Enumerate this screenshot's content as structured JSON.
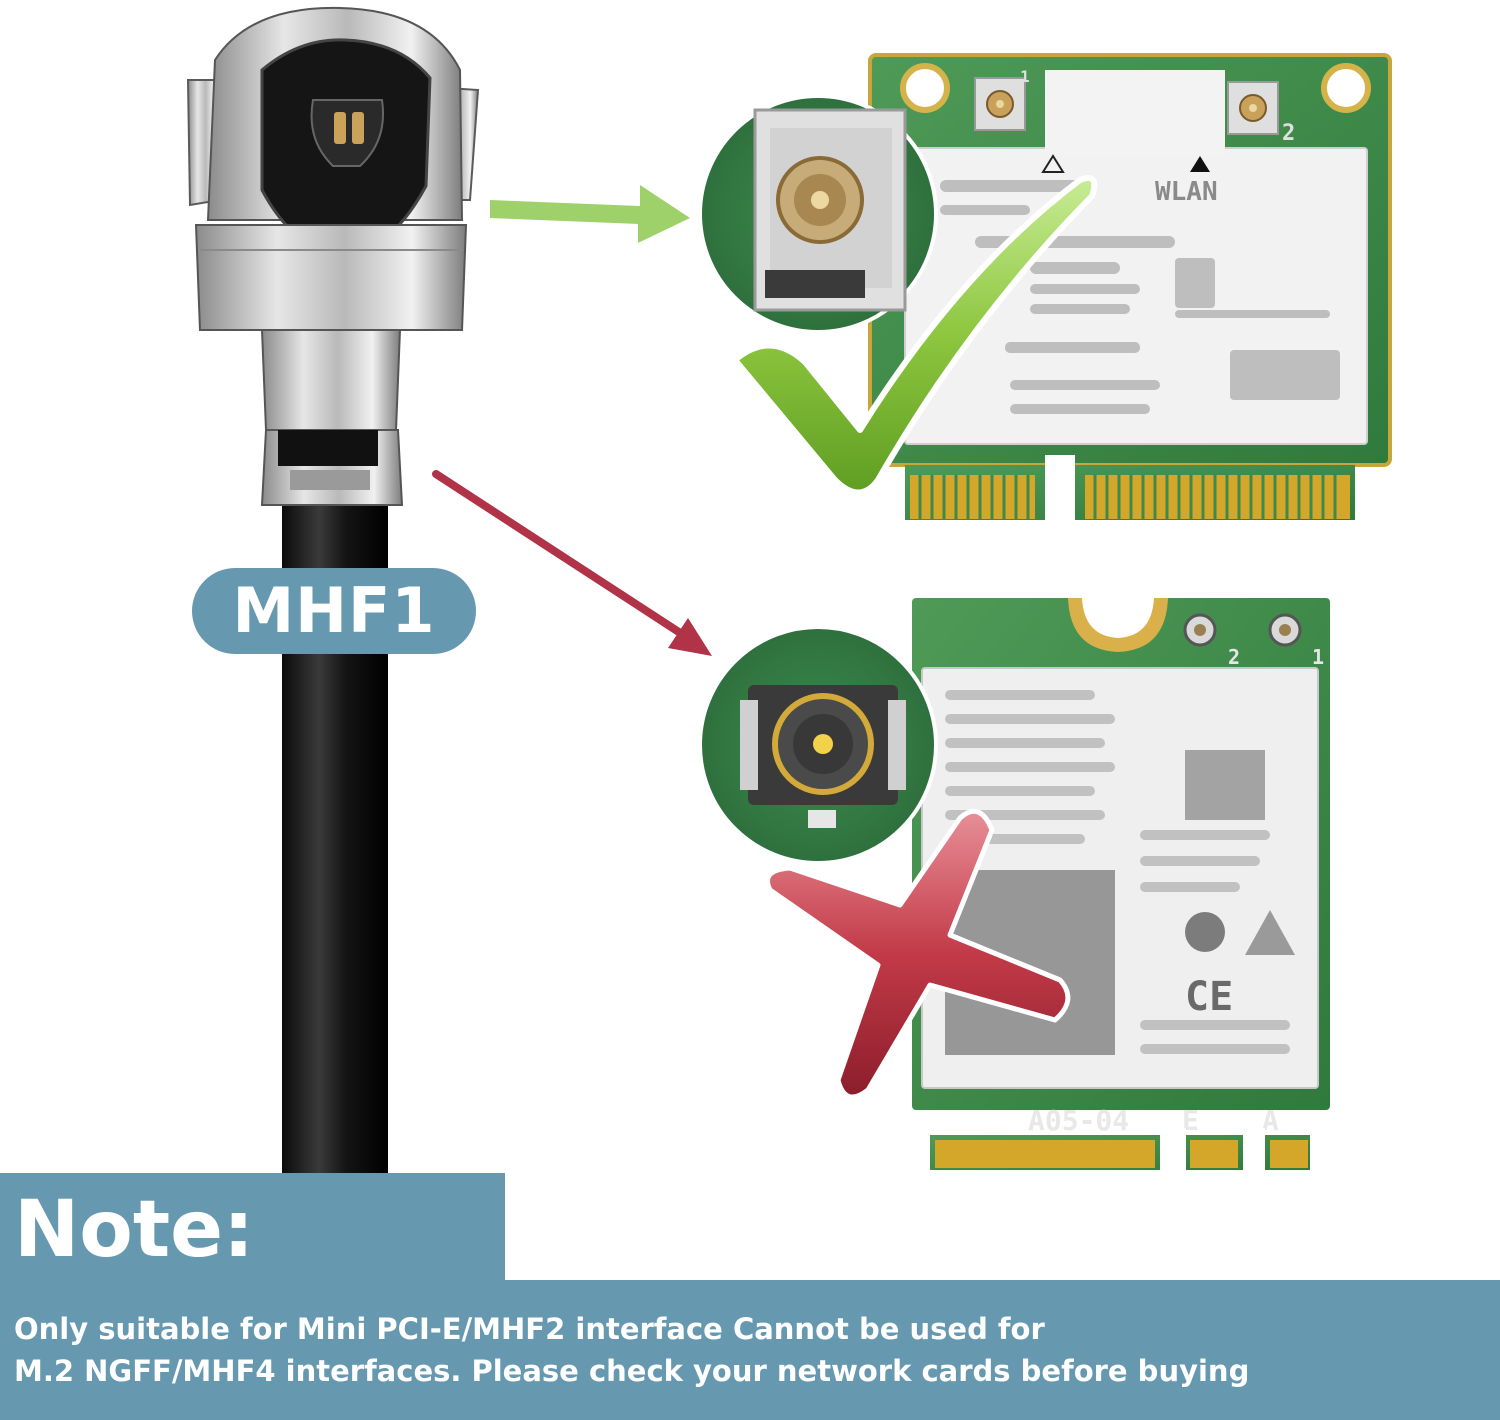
{
  "connector_label": "MHF1",
  "note": {
    "title": "Note:",
    "lines": [
      "Only suitable for Mini PCI-E/MHF2 interface Cannot be used for",
      "M.2 NGFF/MHF4 interfaces. Please check your network cards before buying"
    ]
  },
  "top_card": {
    "label": "WLAN",
    "port_numbers": [
      "1",
      "2"
    ]
  },
  "bottom_card": {
    "edge_label": "A05-04",
    "key_labels": [
      "E",
      "A"
    ],
    "port_numbers": [
      "2",
      "1"
    ],
    "ce_mark": "CE"
  },
  "colors": {
    "accent_blue": "#6699b0",
    "check_green": "#8dc63f",
    "cross_red": "#b8303f",
    "arrow_green": "#9fd16a",
    "arrow_red": "#b03348",
    "pcb_green": "#3f8a4a",
    "cable_black": "#1a1a1a"
  },
  "icons": {
    "compatible": "checkmark-icon",
    "incompatible": "cross-icon"
  }
}
